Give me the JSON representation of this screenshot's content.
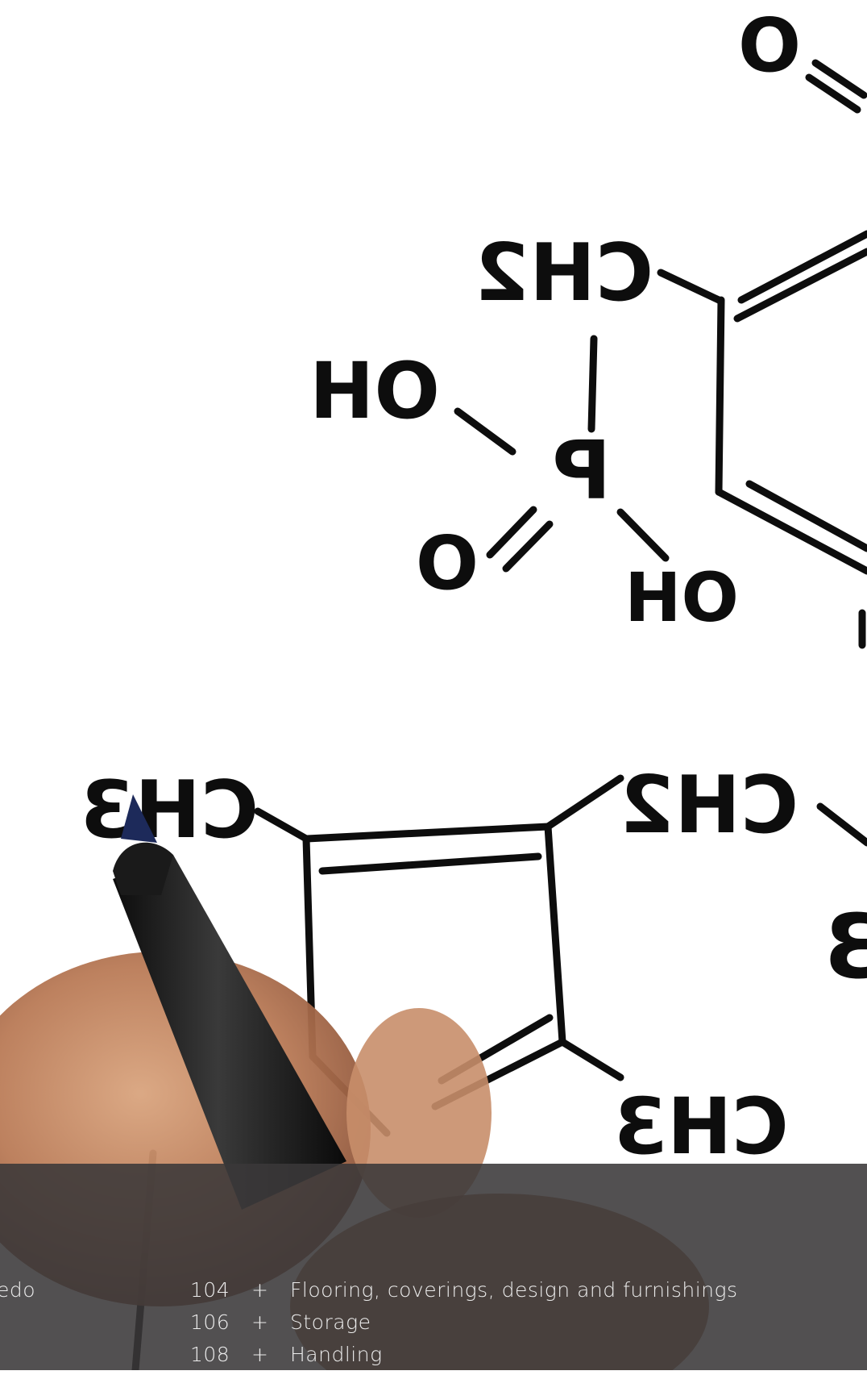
{
  "image": {
    "subject": "hand-drawn-chemical-structure",
    "colors": {
      "background": "#ffffff",
      "ink": "#0d0d0d",
      "pen_tip": "#1d2a5a",
      "overlay": "#3a3839",
      "text": "#ececec"
    }
  },
  "drawing_labels": {
    "o_top": "O",
    "ch2_upper": "CH2",
    "oh_left": "OH",
    "p_atom": "P",
    "o_double": "O",
    "oh_bottom": "OH",
    "ch3_left": "CH3",
    "ch2_lower": "CH2",
    "ch3_lower": "CH3",
    "three_right": "3"
  },
  "toc": {
    "left_fragment": "edo",
    "entries": [
      {
        "page": "104",
        "marker": "+",
        "title": "Flooring, coverings, design and furnishings"
      },
      {
        "page": "106",
        "marker": "+",
        "title": "Storage"
      },
      {
        "page": "108",
        "marker": "+",
        "title": "Handling"
      }
    ]
  }
}
